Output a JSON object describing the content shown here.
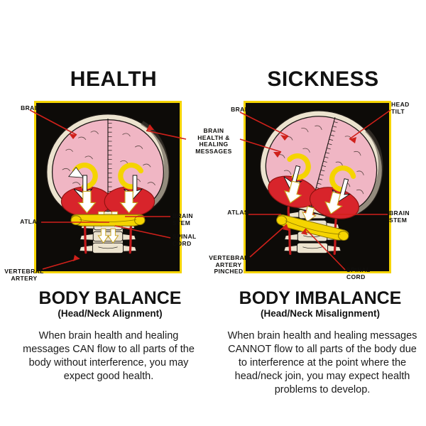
{
  "poster": {
    "bg_color": "#ffffff",
    "panel_bg": "#0d0b08",
    "panel_border": "#f5d400",
    "leader_color": "#d0201a",
    "brain_color": "#f0b6c4",
    "cerebellum_color": "#d8242b",
    "bone_color": "#ece3cf",
    "atlas_color": "#f5d400"
  },
  "left": {
    "title": "HEALTH",
    "foot_title": "BODY BALANCE",
    "foot_sub": "(Head/Neck Alignment)",
    "paragraph": "When brain health and healing messages CAN flow to all parts of the body without interference, you may expect good health.",
    "labels": {
      "brain": "BRAIN",
      "atlas": "ATLAS",
      "vertebral_artery": "VERTEBRAL\nARTERY",
      "brain_stem": "BRAIN\nSTEM",
      "spinal_cord": "SPINAL\nCORD"
    }
  },
  "center": {
    "brain_messages": "BRAIN\nHEALTH  &  HEALING\nMESSAGES"
  },
  "right": {
    "title": "SICKNESS",
    "foot_title": "BODY IMBALANCE",
    "foot_sub": "(Head/Neck Misalignment)",
    "paragraph": "When brain health and healing messages CANNOT flow to all parts of the body due to interference at the point where the head/neck join, you may expect health problems to develop.",
    "labels": {
      "brain": "BRAIN",
      "head_tilt": "HEAD\nTILT",
      "atlas": "ATLAS",
      "vertebral_artery_pinched": "VERTEBRAL\nARTERY\nPINCHED",
      "brain_stem": "BRAIN\nSTEM",
      "spinal_cord": "SPINAL\nCORD"
    }
  }
}
